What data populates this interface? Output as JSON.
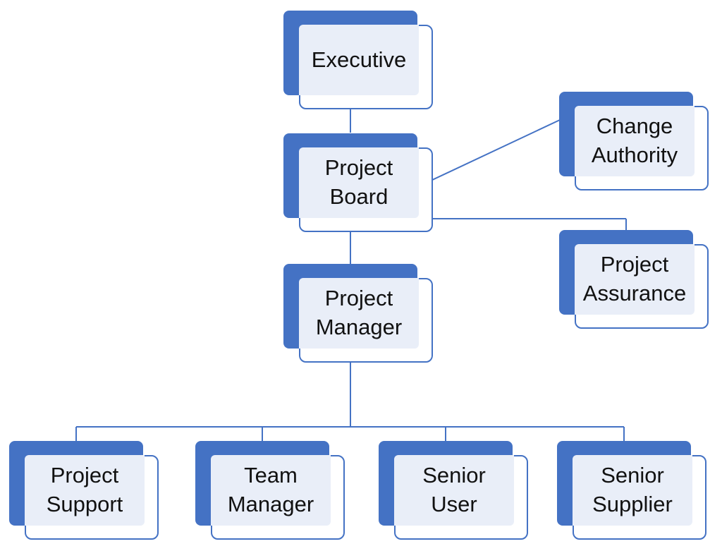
{
  "colors": {
    "accent": "#4472c4",
    "label_bg": "#e9eef8",
    "text": "#111111"
  },
  "nodes": {
    "executive": "Executive",
    "project_board": "Project\nBoard",
    "change_authority": "Change\nAuthority",
    "project_assurance": "Project\nAssurance",
    "project_manager": "Project\nManager",
    "project_support": "Project\nSupport",
    "team_manager": "Team\nManager",
    "senior_user": "Senior\nUser",
    "senior_supplier": "Senior\nSupplier"
  }
}
